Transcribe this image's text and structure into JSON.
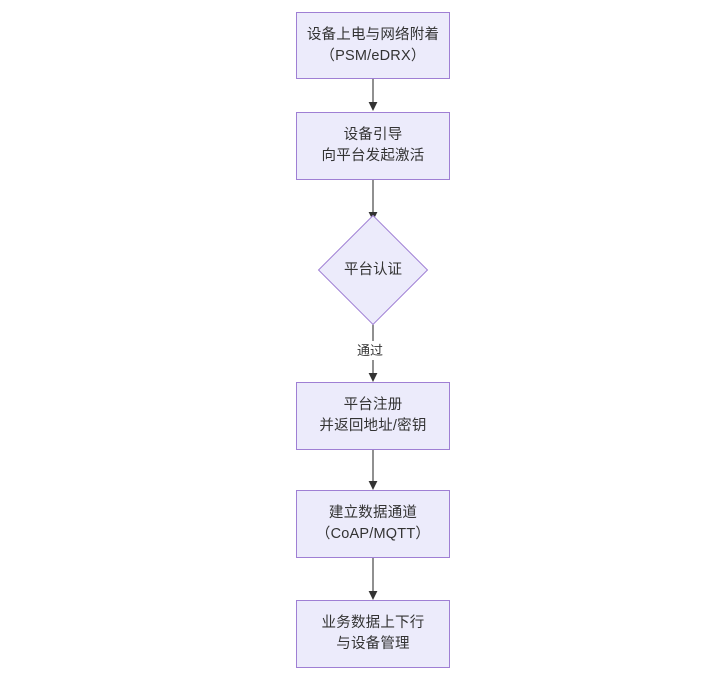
{
  "diagram": {
    "type": "flowchart",
    "orientation": "top-to-bottom",
    "background_color": "#ffffff",
    "node_fill_color": "#ecebfb",
    "node_border_color": "#9f7fd4",
    "text_color": "#333333",
    "edge_color": "#555555"
  },
  "nodes": [
    {
      "id": "power-on",
      "shape": "rectangle",
      "lines": [
        "设备上电与网络附着",
        "（PSM/eDRX）"
      ]
    },
    {
      "id": "bootstrap",
      "shape": "rectangle",
      "lines": [
        "设备引导",
        "向平台发起激活"
      ]
    },
    {
      "id": "platform-auth",
      "shape": "diamond",
      "lines": [
        "平台认证"
      ]
    },
    {
      "id": "platform-register",
      "shape": "rectangle",
      "lines": [
        "平台注册",
        "并返回地址/密钥"
      ]
    },
    {
      "id": "data-channel",
      "shape": "rectangle",
      "lines": [
        "建立数据通道",
        "（CoAP/MQTT）"
      ]
    },
    {
      "id": "business-data",
      "shape": "rectangle",
      "lines": [
        "业务数据上下行",
        "与设备管理"
      ]
    }
  ],
  "edges": [
    {
      "id": "e1",
      "from": "power-on",
      "to": "bootstrap",
      "label": ""
    },
    {
      "id": "e2",
      "from": "bootstrap",
      "to": "platform-auth",
      "label": ""
    },
    {
      "id": "e3",
      "from": "platform-auth",
      "to": "platform-register",
      "label": "通过"
    },
    {
      "id": "e4",
      "from": "platform-register",
      "to": "data-channel",
      "label": ""
    },
    {
      "id": "e5",
      "from": "data-channel",
      "to": "business-data",
      "label": ""
    }
  ]
}
